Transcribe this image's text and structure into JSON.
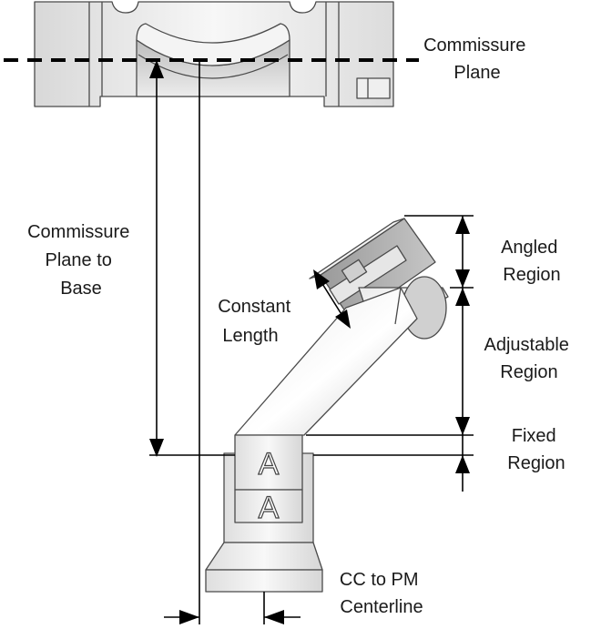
{
  "labels": {
    "commissure_plane": [
      "Commissure",
      "Plane"
    ],
    "commissure_plane_to_base": [
      "Commissure",
      "Plane to",
      "Base"
    ],
    "constant_length": [
      "Constant",
      "Length"
    ],
    "angled_region": [
      "Angled",
      "Region"
    ],
    "adjustable_region": [
      "Adjustable",
      "Region"
    ],
    "fixed_region": [
      "Fixed",
      "Region"
    ],
    "cc_to_pm_centerline": [
      "CC to PM",
      "Centerline"
    ]
  },
  "block_marks": [
    "A",
    "A"
  ]
}
